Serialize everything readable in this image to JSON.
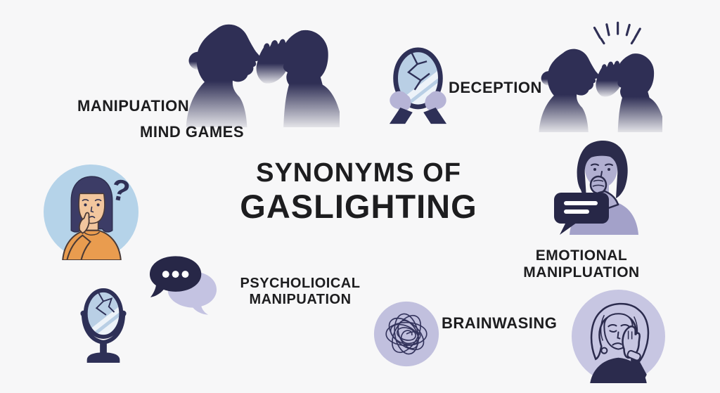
{
  "title": {
    "line1": "SYNONYMS OF",
    "line2": "GASLIGHTING"
  },
  "labels": {
    "manipulation": "MANIPUATION",
    "mind_games": "MIND GAMES",
    "deception": "DECEPTION",
    "emotional": {
      "line1": "EMOTIONAL",
      "line2": "MANIPLUATION"
    },
    "brainwashing": "BRAINWASING",
    "psychological": {
      "line1": "PSYCHOLIOICAL",
      "line2": "MANIPUATION"
    }
  },
  "glyphs": {
    "question_mark": "?"
  },
  "icons": [
    {
      "name": "whispering-people-silhouette-icon",
      "note": "top-left, gradient fade"
    },
    {
      "name": "whispering-people-alert-icon",
      "note": "top-right, with radiating alert lines"
    },
    {
      "name": "broken-mirror-hands-icon",
      "note": "cracked oval mirror held by lavender hands"
    },
    {
      "name": "worried-woman-speech-bubble-icon",
      "note": "woman biting nail with dark speech bubble"
    },
    {
      "name": "sad-woman-circle-icon",
      "note": "line-art woman, hand on cheek, lavender circle"
    },
    {
      "name": "tangled-scribble-icon",
      "note": "tangled thread ball in lavender circle"
    },
    {
      "name": "chat-bubbles-icon",
      "note": "dark bubble with 3 dots over lavender bubble"
    },
    {
      "name": "thinking-woman-circle-icon",
      "note": "woman with question mark, blue circle"
    },
    {
      "name": "broken-mirror-stand-icon",
      "note": "cracked oval mirror on pedestal stand"
    }
  ],
  "colors": {
    "background": "#f7f7f8",
    "ink": "#1d1d1f",
    "navy": "#2f2f55",
    "bubble_navy": "#272747",
    "lavender": "#c4c3e2",
    "circle_lavender": "#c7c6e2",
    "glass_blue": "#b9cfe5",
    "mirror_frame": "#2e3057",
    "hands_lavender": "#b6b4d6",
    "circle_blue": "#b5d3e9",
    "sweater_orange": "#e99c4f",
    "skin": "#f2c69e"
  }
}
